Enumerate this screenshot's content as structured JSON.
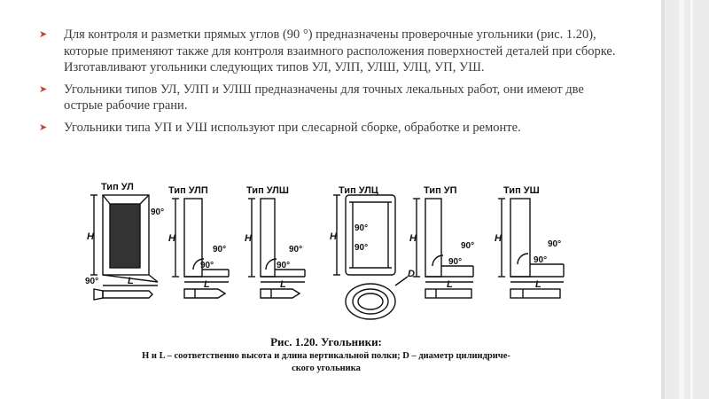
{
  "bullets": [
    "Для контроля и разметки прямых углов (90 °) предназначены проверочные угольники (рис. 1.20), которые применяют также для контроля взаимного расположения поверхностей деталей при сборке. Изготавливают угольники следующих типов УЛ, УЛП, УЛШ, УЛЦ, УП, УШ.",
    "Угольники типов УЛ, УЛП и УЛШ предназначены для точных лекальных работ, они имеют две острые рабочие грани.",
    "Угольники типа УП и УШ используют при слесарной сборке, обработке и ремонте."
  ],
  "figure": {
    "types": [
      "Тип УЛ",
      "Тип УЛП",
      "Тип УЛШ",
      "Тип УЛЦ",
      "Тип УП",
      "Тип УШ"
    ],
    "angle": "90°",
    "h": "H",
    "l": "L",
    "d": "D",
    "caption_title": "Рис. 1.20. Угольники:",
    "caption_line1": "H и L – соответственно высота и длина вертикальной полки; D – диаметр цилиндриче-",
    "caption_line2": "ского угольника"
  },
  "colors": {
    "bullet": "#c43f2e",
    "text": "#3c3c3c",
    "band": "#ececec"
  }
}
